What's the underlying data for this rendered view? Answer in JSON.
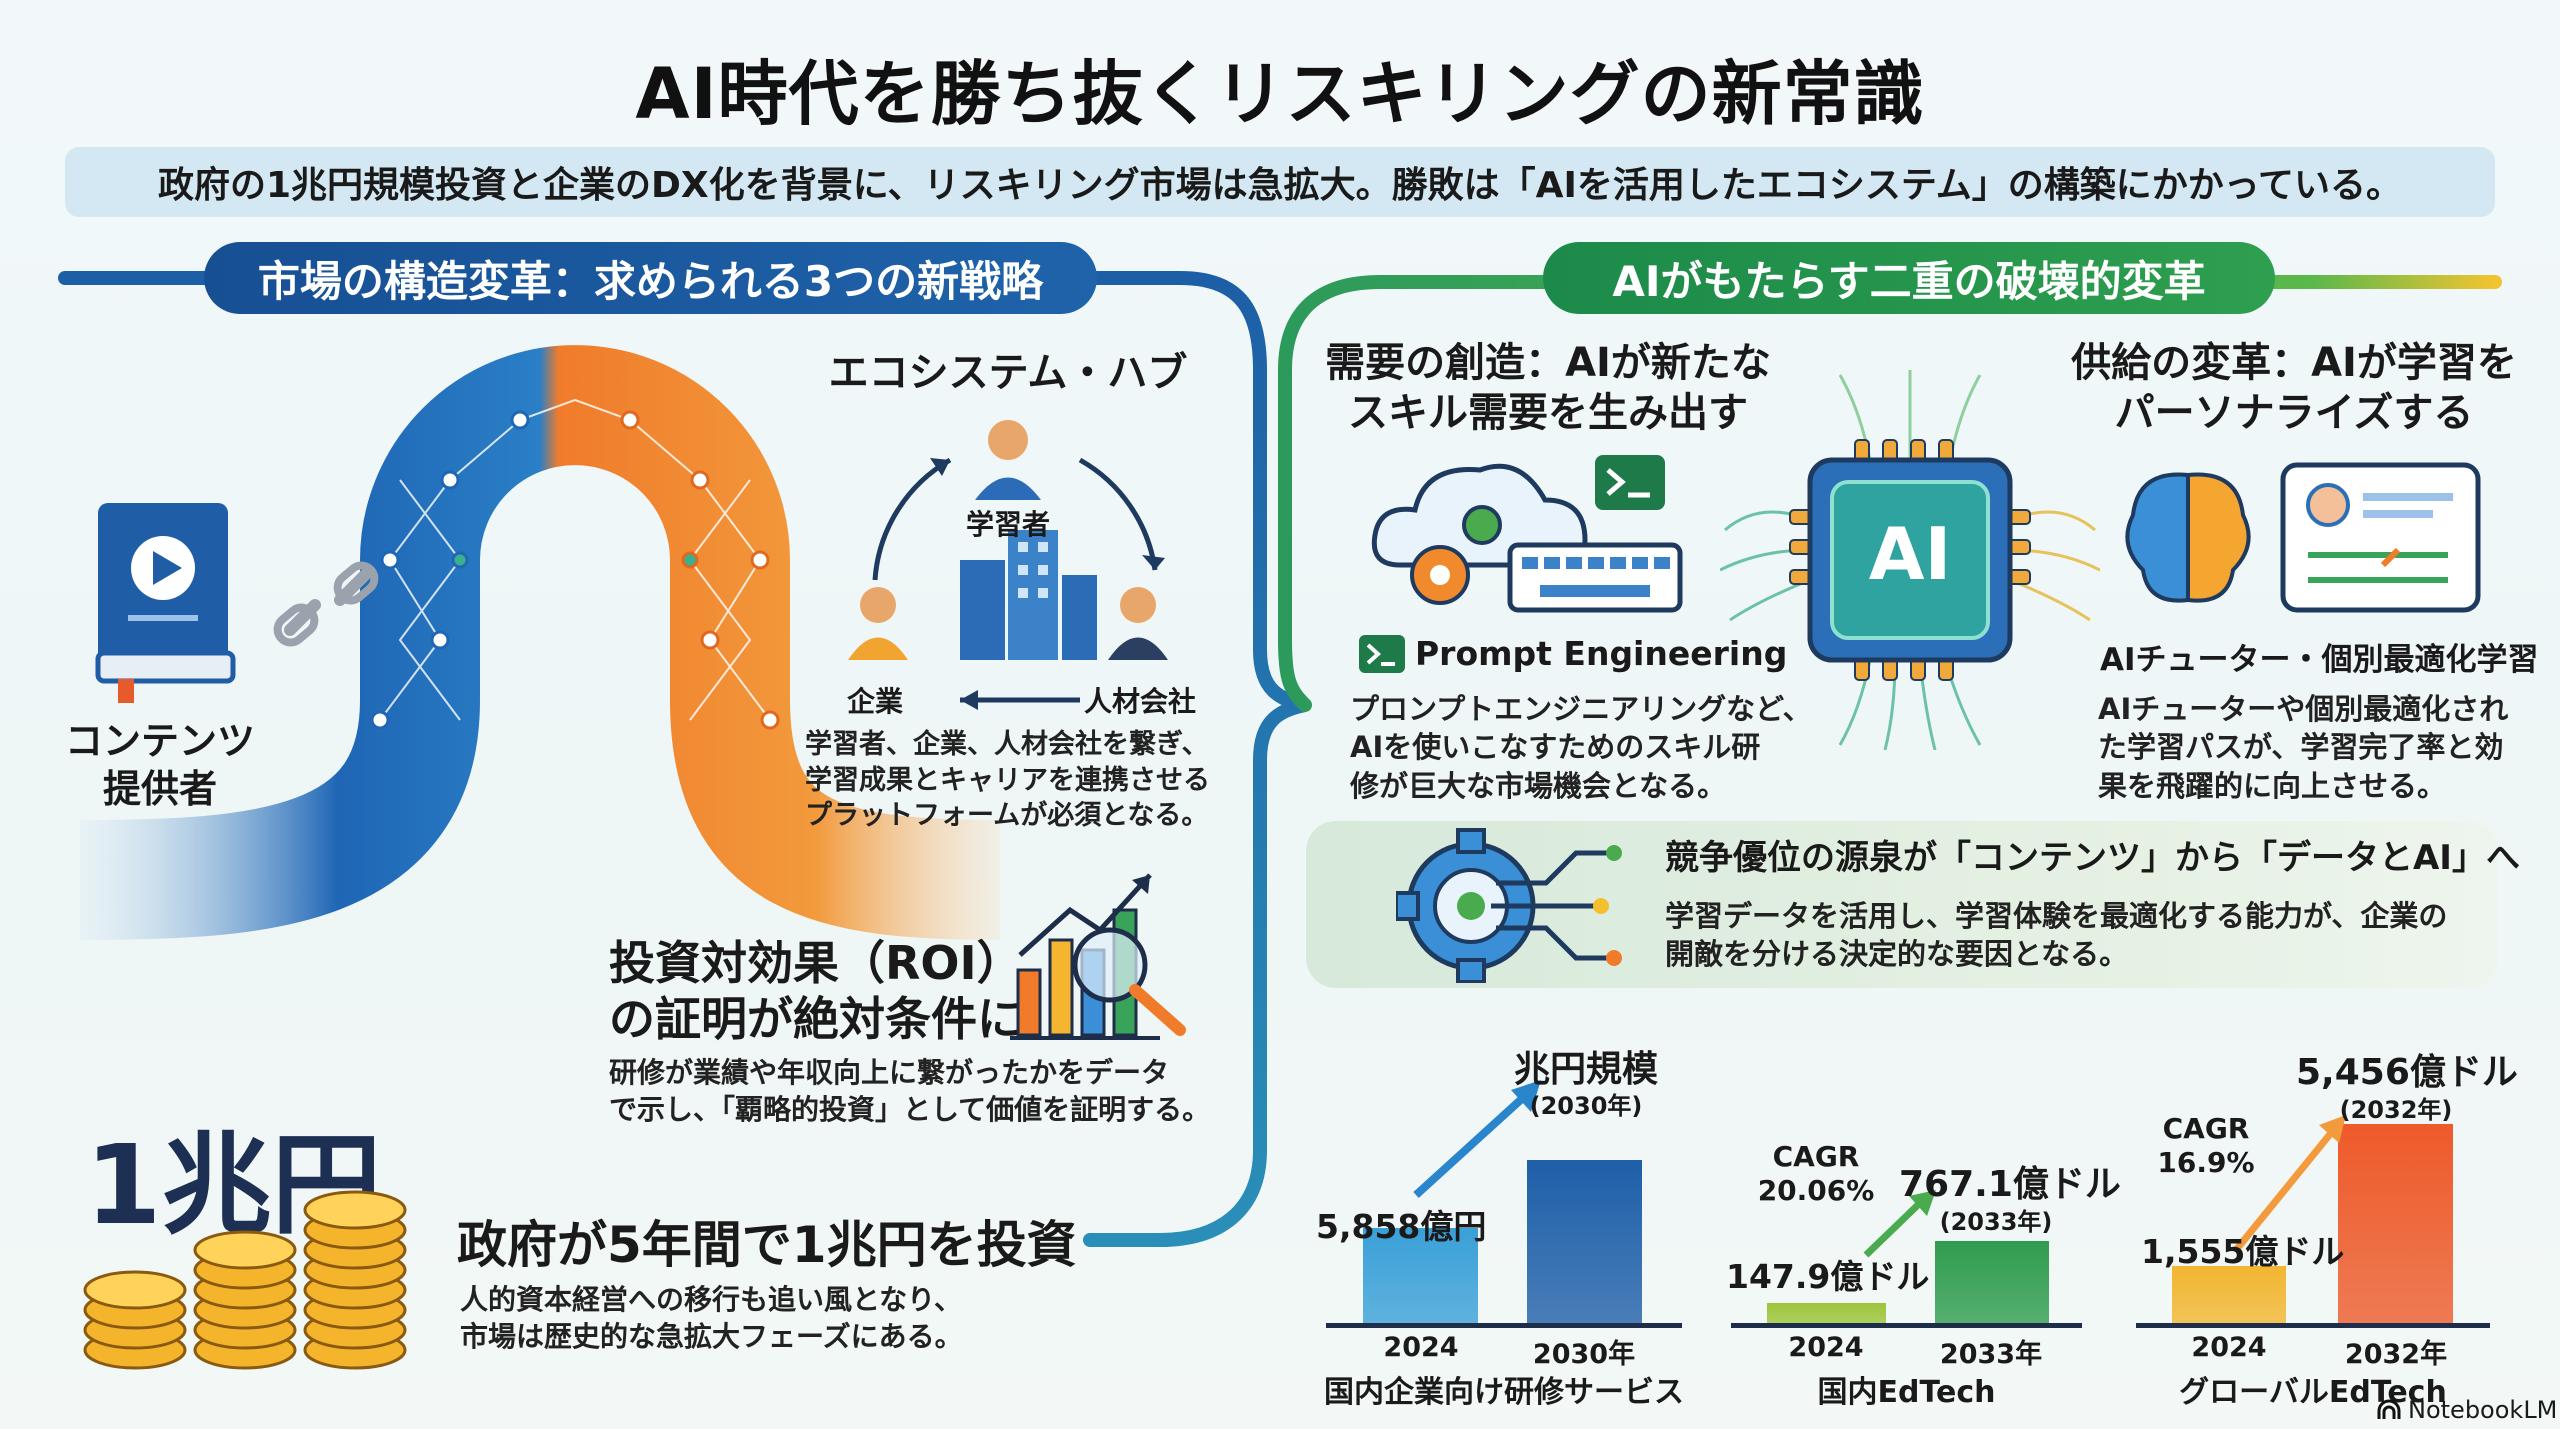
{
  "title": "AI時代を勝ち抜くリスキリングの新常識",
  "subtitle": "政府の1兆円規模投資と企業のDX化を背景に、リスキリング市場は急拡大。勝敗は「AIを活用したエコシステム」の構築にかかっている。",
  "left": {
    "section_title": "市場の構造変革：求められる3つの新戦略",
    "content_provider": [
      "コンテンツ",
      "提供者"
    ],
    "hub": {
      "title": "エコシステム・ハブ",
      "nodes": {
        "learner": "学習者",
        "company": "企業",
        "hr_company": "人材会社"
      },
      "desc": [
        "学習者、企業、人材会社を繋ぎ、",
        "学習成果とキャリアを連携させる",
        "プラットフォームが必須となる。"
      ]
    },
    "roi": {
      "title": [
        "投資対効果（ROI）",
        "の証明が絶対条件に"
      ],
      "desc": [
        "研修が業績や年収向上に繋がったかをデータ",
        "で示し、「覇略的投資」として価値を証明する。"
      ]
    },
    "gov": {
      "big": "1兆円",
      "title": "政府が5年間で1兆円を投資",
      "desc": [
        "人的資本経営への移行も追い風となり、",
        "市場は歴史的な急拡大フェーズにある。"
      ]
    }
  },
  "right": {
    "section_title": "AIがもたらす二重の破壊的変革",
    "demand": {
      "title": [
        "需要の創造：AIが新たな",
        "スキル需要を生み出す"
      ],
      "label": "Prompt Engineering",
      "desc": [
        "プロンプトエンジニアリングなど、",
        "AIを使いこなすためのスキル研",
        "修が巨大な市場機会となる。"
      ]
    },
    "chip_label": "AI",
    "supply": {
      "title": [
        "供給の変革：AIが学習を",
        "パーソナライズする"
      ],
      "label": "AIチューター・個別最適化学習",
      "desc": [
        "AIチューターや個別最適化され",
        "た学習パスが、学習完了率と効",
        "果を飛躍的に向上させる。"
      ]
    },
    "advantage": {
      "title": "競争優位の源泉が「コンテンツ」から「データとAI」へ",
      "desc": [
        "学習データを活用し、学習体験を最適化する能力が、企業の",
        "開敵を分ける決定的な要因となる。"
      ]
    }
  },
  "chart_data": [
    {
      "type": "bar",
      "title": "国内企業向け研修サービス",
      "categories": [
        "2024",
        "2030年"
      ],
      "values": [
        5858,
        10000
      ],
      "unit": "億円",
      "labels": [
        "5,858億円",
        "兆円規模"
      ],
      "sublabel": "(2030年)",
      "cagr": null,
      "colors": [
        "#3aa0d8",
        "#1e5fa8"
      ]
    },
    {
      "type": "bar",
      "title": "国内EdTech",
      "categories": [
        "2024",
        "2033年"
      ],
      "values": [
        147.9,
        767.1
      ],
      "unit": "億ドル",
      "labels": [
        "147.9億ドル",
        "767.1億ドル"
      ],
      "sublabel": "(2033年)",
      "cagr": [
        "CAGR",
        "20.06%"
      ],
      "colors": [
        "#9cc43a",
        "#2f9c4e"
      ]
    },
    {
      "type": "bar",
      "title": "グローバルEdTech",
      "categories": [
        "2024",
        "2032年"
      ],
      "values": [
        1555,
        5456
      ],
      "unit": "億ドル",
      "labels": [
        "1,555億ドル",
        "5,456億ドル"
      ],
      "sublabel": "(2032年)",
      "cagr": [
        "CAGR",
        "16.9%"
      ],
      "colors": [
        "#f2b630",
        "#ee5a2a"
      ]
    }
  ],
  "watermark": "NotebookLM"
}
